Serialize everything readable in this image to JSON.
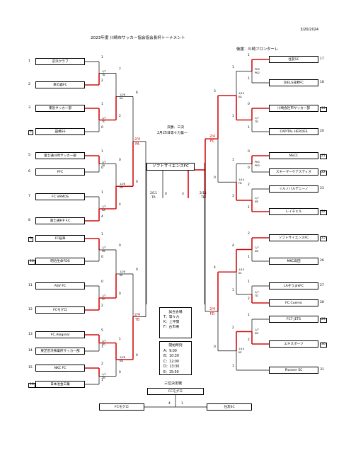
{
  "header": {
    "date": "3/20/2024",
    "title": "2023年度 川崎市サッカー協会協会長杯トーナメント",
    "subtitle": "後援：川崎フロンターレ"
  },
  "final_info": {
    "heading": "決勝、三決",
    "date_venue": "2月25日等々力第一",
    "final_label_left": "2/11\nTA",
    "final_label_right": "2/11\nTB",
    "champion": "ソフトサイエンスFC",
    "final_score_left": "0",
    "final_score_right": "3"
  },
  "venues": {
    "title": "試合会場",
    "lines": [
      "T：等々力",
      "K：上平間",
      "F：古市場"
    ]
  },
  "times": {
    "title": "開始時刻",
    "lines": [
      "A：9:00",
      "B：10:30",
      "C：12:00",
      "D：13:30",
      "E：15:00"
    ]
  },
  "third_place": {
    "title": "三位決定戦",
    "winner": "FCモグロ",
    "left_team": "FCモグロ",
    "right_team": "住友SC",
    "left_score": "4",
    "right_score": "1"
  },
  "left_teams": [
    {
      "no": "1",
      "name": "京浜クラブ",
      "boxed": false
    },
    {
      "no": "2",
      "name": "幸の森FC",
      "boxed": false
    },
    {
      "no": "3",
      "name": "東急サッカー部",
      "boxed": false
    },
    {
      "no": "4",
      "name": "田嶋SS",
      "boxed": true
    },
    {
      "no": "5",
      "name": "富士通川崎サッカー部",
      "boxed": false
    },
    {
      "no": "6",
      "name": "FFC",
      "boxed": false
    },
    {
      "no": "7",
      "name": "FC VAMOS",
      "boxed": false
    },
    {
      "no": "8",
      "name": "富士通FIP F.C",
      "boxed": false
    },
    {
      "no": "9",
      "name": "FC桜華",
      "boxed": true
    },
    {
      "no": "10",
      "name": "明治生命FDS",
      "boxed": true
    },
    {
      "no": "11",
      "name": "ASV FC",
      "boxed": false
    },
    {
      "no": "12",
      "name": "FCモグロ",
      "boxed": false
    },
    {
      "no": "13",
      "name": "FC.Alegreal",
      "boxed": false
    },
    {
      "no": "14",
      "name": "東芝京浜事業所サッカー部",
      "boxed": false
    },
    {
      "no": "15",
      "name": "NKC FC",
      "boxed": false
    },
    {
      "no": "16",
      "name": "日本冶金工業",
      "boxed": true
    }
  ],
  "right_teams": [
    {
      "no": "17",
      "name": "住友SC",
      "boxed": false
    },
    {
      "no": "18",
      "name": "DIELS日野FC",
      "boxed": false
    },
    {
      "no": "19",
      "name": "川崎会社市サッカー部",
      "boxed": true
    },
    {
      "no": "20",
      "name": "CAPITAL HEROES",
      "boxed": false
    },
    {
      "no": "21",
      "name": "NSCC",
      "boxed": true
    },
    {
      "no": "22",
      "name": "スキーマーケアスティオ",
      "boxed": true
    },
    {
      "no": "23",
      "name": "イルノバルデニーノ",
      "boxed": false
    },
    {
      "no": "24",
      "name": "レイチェル",
      "boxed": true
    },
    {
      "no": "25",
      "name": "ソフトサイエンスFC",
      "boxed": true
    },
    {
      "no": "26",
      "name": "MKC高田",
      "boxed": false
    },
    {
      "no": "27",
      "name": "LAぞうまkFC",
      "boxed": false
    },
    {
      "no": "28",
      "name": "FC.Cuervo",
      "boxed": false
    },
    {
      "no": "29",
      "name": "FC7 JETS",
      "boxed": true
    },
    {
      "no": "30",
      "name": "エキスポーツ",
      "boxed": true
    },
    {
      "no": "31",
      "name": "Pioneer SC",
      "boxed": false
    }
  ],
  "left_r1": [
    {
      "top": "1",
      "bot": "2",
      "info": "1/7\nTA"
    },
    {
      "top": "1",
      "bot": "0",
      "info": "1/7\nTC"
    },
    {
      "top": "1",
      "bot": "0",
      "info": "1/7\nTA"
    },
    {
      "top": "1",
      "bot": "4",
      "info": "1/7\nKA"
    },
    {
      "top": "1",
      "bot": "0",
      "info": "1/7\nFB"
    },
    {
      "top": "0",
      "bot": "2",
      "info": "1/7\nFC"
    },
    {
      "top": "5",
      "bot": "1",
      "info": "1/7\nFD"
    },
    {
      "top": "2",
      "bot": "1",
      "info": "1/7\nTB"
    }
  ],
  "left_r2": [
    {
      "top": "7",
      "bot": "2",
      "info": "1/28\nKA"
    },
    {
      "top": "0",
      "bot": "4",
      "info": "1/28\nKB"
    },
    {
      "top": "0",
      "bot": "0",
      "info": "1/28\nKC"
    },
    {
      "top": "1",
      "bot": "0",
      "info": "1/28\nKD"
    }
  ],
  "left_r3": [
    {
      "top": "6",
      "bot": "0",
      "info": "2/4\nFA"
    },
    {
      "top": "0",
      "bot": "0",
      "info": "2/4\nTB"
    }
  ],
  "right_r1": [
    {
      "top": "1",
      "bot": "1",
      "info": "PK3\nPK2"
    },
    {
      "top": "0",
      "bot": "1",
      "info": "1/7\nTD"
    },
    {
      "top": "0",
      "bot": "0",
      "info": "PK0\nPK3"
    },
    {
      "top": "2",
      "bot": "1",
      "info": "1/7\nKB"
    },
    {
      "top": "2",
      "bot": "1",
      "info": "1/7\nKB"
    },
    {
      "top": "1",
      "bot": "2",
      "info": "1/7\nTD"
    },
    {
      "top": "1",
      "bot": "2",
      "info": "1/7\nKD"
    }
  ],
  "right_r2": [
    {
      "top": "1",
      "bot": "1",
      "info": "1/14\nKA"
    },
    {
      "top": "1",
      "bot": "3",
      "info": "1/14\nFB"
    },
    {
      "top": "4",
      "bot": "1",
      "info": "1/14\nKC"
    },
    {
      "top": "2",
      "bot": "1",
      "info": "1/14\nKE"
    }
  ],
  "right_r3": [
    {
      "top": "3",
      "bot": "0",
      "info": "2/4\nFC"
    },
    {
      "top": "4",
      "bot": "0",
      "info": "2/4\nFD"
    }
  ]
}
